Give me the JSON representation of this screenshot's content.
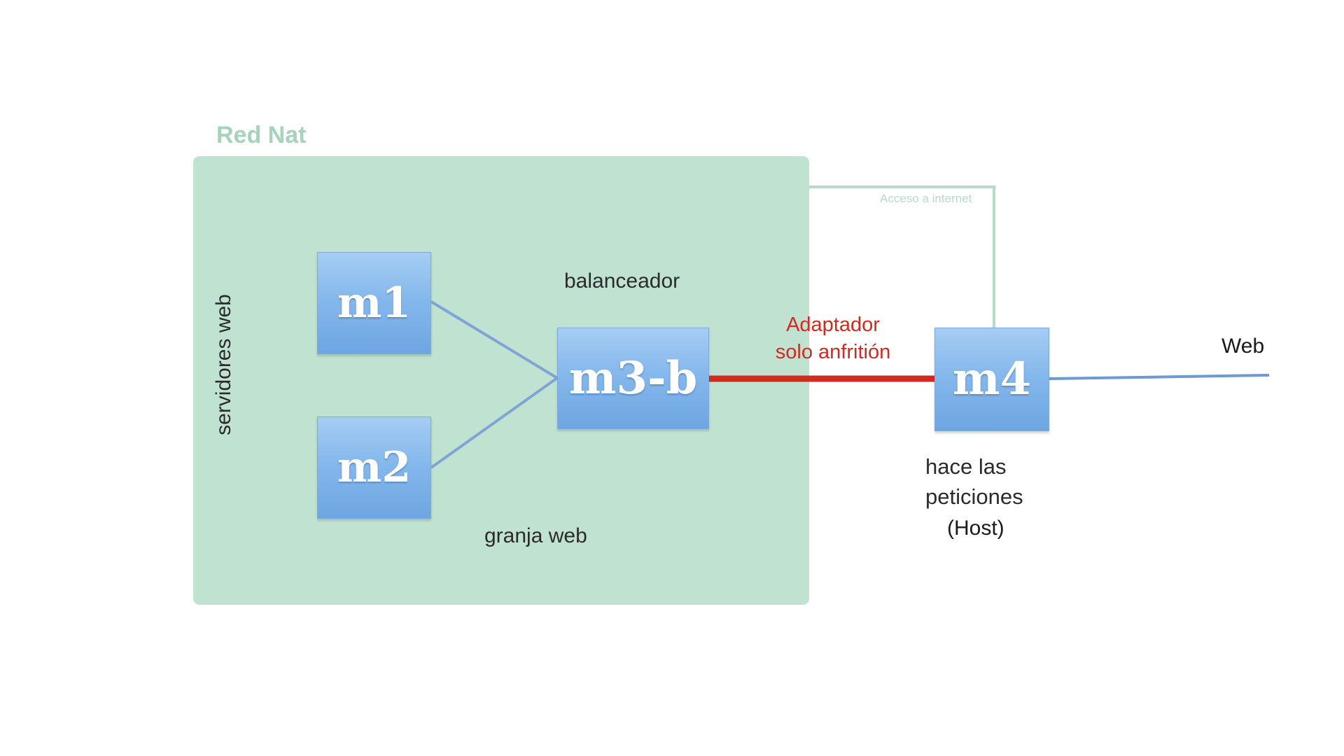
{
  "network": {
    "title": "Red Nat",
    "internet_link_label": "Acceso a internet"
  },
  "nodes": {
    "m1": "m1",
    "m2": "m2",
    "m3b": "m3-b",
    "m4": "m4"
  },
  "labels": {
    "servers": "servidores web",
    "balancer": "balanceador",
    "farm": "granja web",
    "adapter_line1": "Adaptador",
    "adapter_line2": "solo anfritión",
    "host_desc_line1": "hace las",
    "host_desc_line2": "peticiones",
    "host": "(Host)",
    "web": "Web"
  },
  "colors": {
    "nat_panel": "#c0e3d1",
    "nat_title": "#a7d3bc",
    "internet_link": "#b6dcc8",
    "node_blue": "#85b8ec",
    "host_only_link": "#d12b20",
    "web_link": "#6b9bd1",
    "inner_link": "#7fa5d6"
  }
}
